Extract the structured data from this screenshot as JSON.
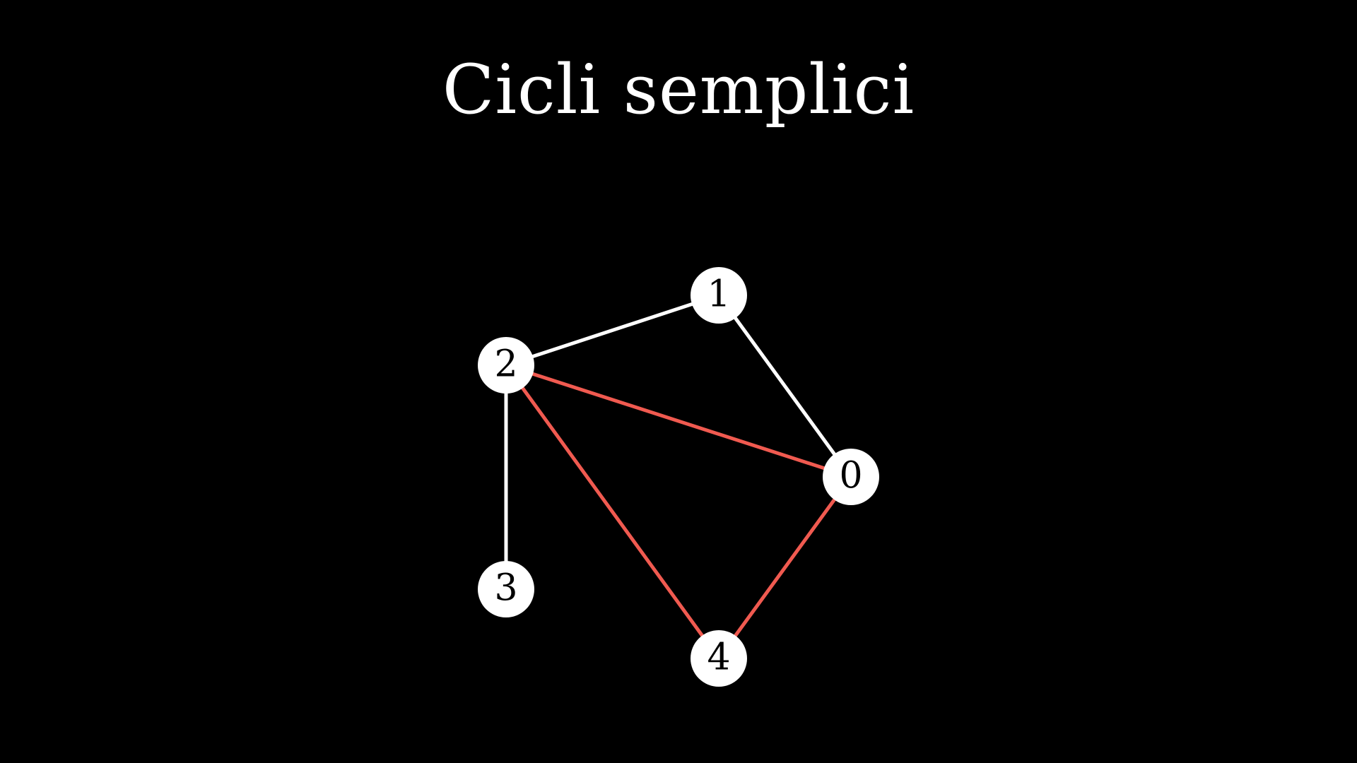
{
  "title": "Cicli semplici",
  "colors": {
    "background": "#000000",
    "node_fill": "#ffffff",
    "node_text": "#000000",
    "edge_default": "#ffffff",
    "edge_highlight": "#f05a50"
  },
  "graph": {
    "nodes": [
      {
        "id": "0",
        "label": "0"
      },
      {
        "id": "1",
        "label": "1"
      },
      {
        "id": "2",
        "label": "2"
      },
      {
        "id": "3",
        "label": "3"
      },
      {
        "id": "4",
        "label": "4"
      }
    ],
    "edges": [
      {
        "from": "2",
        "to": "1",
        "highlighted": false
      },
      {
        "from": "1",
        "to": "0",
        "highlighted": false
      },
      {
        "from": "2",
        "to": "3",
        "highlighted": false
      },
      {
        "from": "2",
        "to": "0",
        "highlighted": true
      },
      {
        "from": "2",
        "to": "4",
        "highlighted": true
      },
      {
        "from": "4",
        "to": "0",
        "highlighted": true
      }
    ]
  }
}
